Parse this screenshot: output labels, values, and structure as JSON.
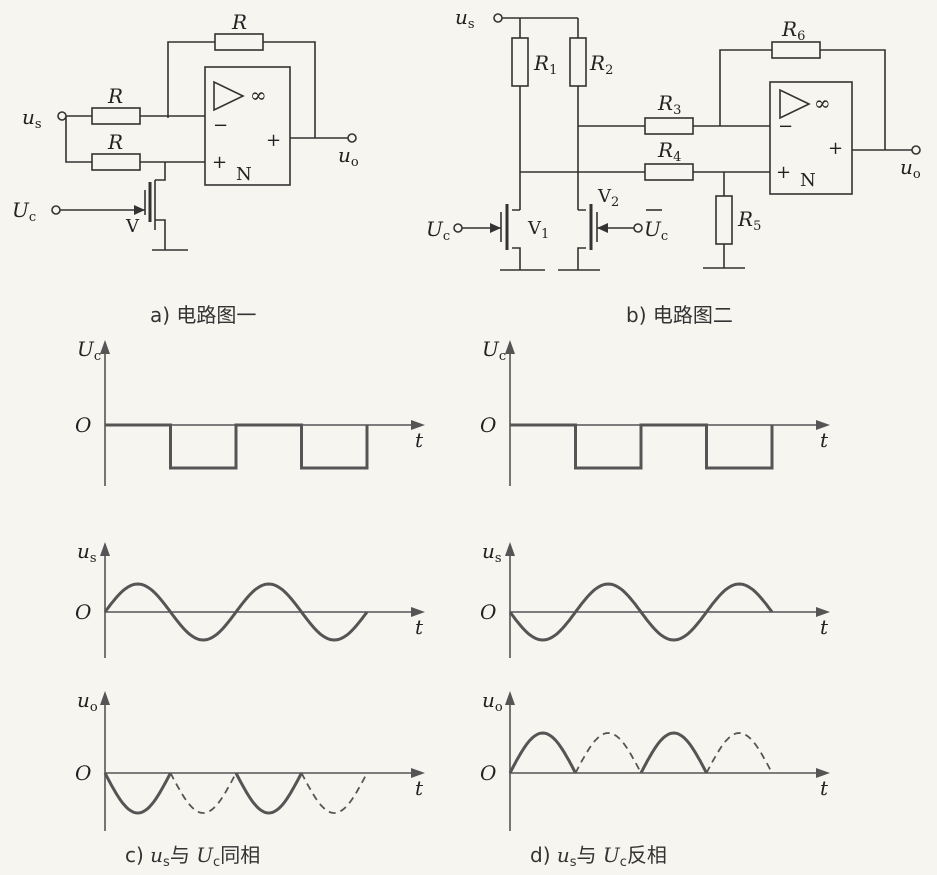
{
  "circuit_a": {
    "caption": "a) 电路图一",
    "input": "u",
    "input_sub": "s",
    "control": "U",
    "control_sub": "c",
    "output": "u",
    "output_sub": "o",
    "resistor": "R",
    "transistor": "V",
    "opamp": "N",
    "gain": "∞",
    "minus": "−",
    "plus": "+"
  },
  "circuit_b": {
    "caption": "b) 电路图二",
    "input": "u",
    "input_sub": "s",
    "control": "U",
    "control_sub": "c",
    "control_bar": "U",
    "control_bar_sub": "c",
    "output": "u",
    "output_sub": "o",
    "resistors": [
      {
        "name": "R",
        "sub": "1"
      },
      {
        "name": "R",
        "sub": "2"
      },
      {
        "name": "R",
        "sub": "3"
      },
      {
        "name": "R",
        "sub": "4"
      },
      {
        "name": "R",
        "sub": "5"
      },
      {
        "name": "R",
        "sub": "6"
      }
    ],
    "transistors": [
      {
        "name": "V",
        "sub": "1"
      },
      {
        "name": "V",
        "sub": "2"
      }
    ],
    "opamp": "N",
    "gain": "∞",
    "minus": "−",
    "plus": "+"
  },
  "chart_data": [
    {
      "type": "line",
      "panel": "c",
      "caption_pre": "c) ",
      "caption_u": "u",
      "caption_u_sub": "s",
      "caption_mid": "与 ",
      "caption_U": "U",
      "caption_U_sub": "c",
      "caption_post": "同相",
      "origin": "O",
      "time_axis": "t",
      "traces": [
        {
          "label": "U",
          "sub": "c",
          "kind": "square",
          "phase": 0
        },
        {
          "label": "u",
          "sub": "s",
          "kind": "sine",
          "phase": 0
        },
        {
          "label": "u",
          "sub": "o",
          "kind": "rectified",
          "phase": 0,
          "polarity": -1
        }
      ]
    },
    {
      "type": "line",
      "panel": "d",
      "caption_pre": "d) ",
      "caption_u": "u",
      "caption_u_sub": "s",
      "caption_mid": "与 ",
      "caption_U": "U",
      "caption_U_sub": "c",
      "caption_post": "反相",
      "origin": "O",
      "time_axis": "t",
      "traces": [
        {
          "label": "U",
          "sub": "c",
          "kind": "square",
          "phase": 0
        },
        {
          "label": "u",
          "sub": "s",
          "kind": "sine",
          "phase": 180
        },
        {
          "label": "u",
          "sub": "o",
          "kind": "rectified",
          "phase": 180,
          "polarity": 1
        }
      ]
    }
  ]
}
